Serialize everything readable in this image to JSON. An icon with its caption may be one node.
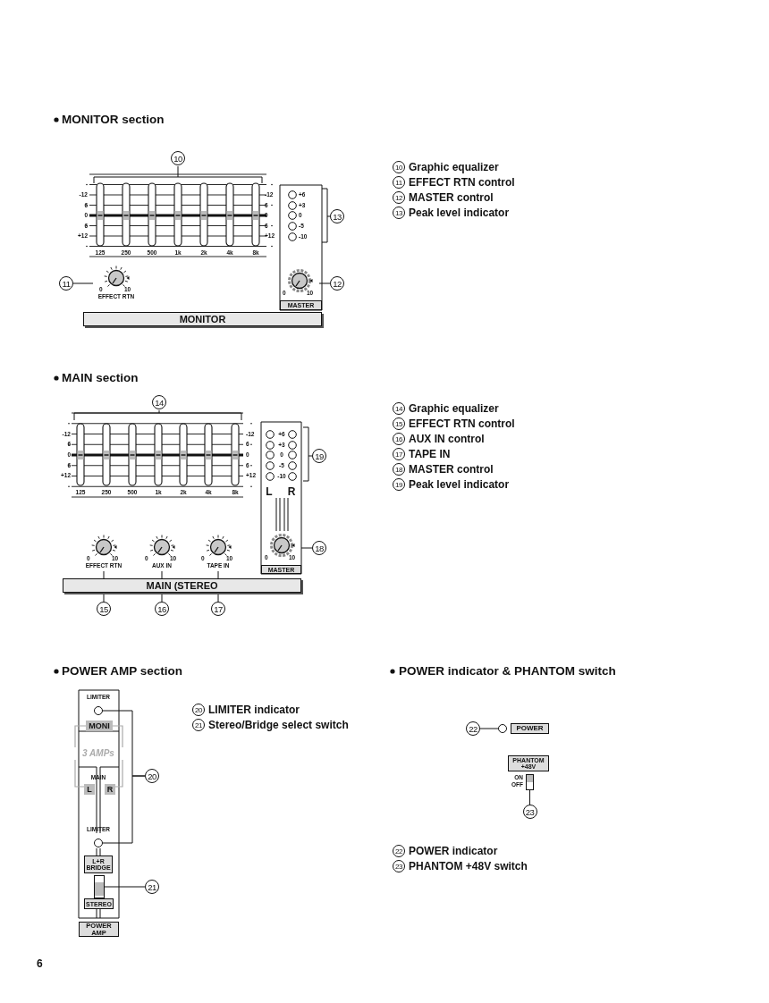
{
  "diagram": {
    "nodes": [
      {
        "text": [
          "11"
        ]
      },
      {
        "text": [
          "0",
          "10",
          "EFFECT RTN"
        ]
      },
      {
        "text": [
          "12"
        ]
      },
      {
        "text": [
          "0",
          "10"
        ]
      },
      {
        "text": [
          "MASTER"
        ]
      },
      {
        "text": [
          "MONITOR"
        ]
      },
      {
        "text": [
          "0",
          "10"
        ]
      },
      {
        "text": [
          "18"
        ]
      },
      {
        "text": [
          "MASTER"
        ]
      },
      {
        "text": [
          "MAIN (STEREO"
        ]
      },
      {
        "text": [
          "0",
          "10",
          "EFFECT RTN"
        ]
      },
      {
        "text": [
          "0",
          "10",
          "AUX IN"
        ]
      },
      {
        "text": [
          "0",
          "10",
          "TAPE IN"
        ]
      },
      {
        "text": [
          "15"
        ]
      },
      {
        "text": [
          "16"
        ]
      },
      {
        "text": [
          "17"
        ]
      },
      {
        "text": [],
        "shape": "circle",
        "beside": [
          "LIMITER"
        ]
      },
      {
        "text": [],
        "shape": "circle",
        "beside": [
          "LIMITER"
        ]
      },
      {
        "text": [
          "20"
        ]
      },
      {
        "text": [],
        "shape": "box"
      },
      {
        "text": [
          "21"
        ]
      },
      {
        "text": [
          "MONI"
        ]
      },
      {
        "text": [
          "L"
        ]
      },
      {
        "text": [
          "R"
        ]
      },
      {
        "text": [
          "L+R BRIDGE"
        ]
      },
      {
        "text": [
          "STEREO"
        ]
      },
      {
        "text": [
          "POWER AMP"
        ]
      },
      {
        "text": [
          "22"
        ]
      },
      {
        "text": [],
        "shape": "circle"
      },
      {
        "text": [
          "POWER"
        ]
      },
      {
        "text": [
          "PHANTOM +48V"
        ]
      },
      {
        "text": [],
        "shape": "box"
      },
      {
        "text": [
          "23"
        ]
      },
      {
        "text": [
          "10"
        ]
      },
      {
        "text": [
          "13"
        ]
      },
      {
        "text": [
          "14"
        ]
      },
      {
        "text": [
          "19"
        ]
      },
      {
        "text": [
          "10"
        ],
        "beside": [
          "Graphic equalizer"
        ]
      },
      {
        "text": [
          "11"
        ],
        "beside": [
          "EFFECT RTN control"
        ]
      },
      {
        "text": [
          "12"
        ],
        "beside": [
          "MASTER control"
        ]
      },
      {
        "text": [
          "13"
        ],
        "beside": [
          "Peak level indicator"
        ]
      },
      {
        "text": [
          "14"
        ],
        "beside": [
          "Graphic equalizer"
        ]
      },
      {
        "text": [
          "15"
        ],
        "beside": [
          "EFFECT RTN control"
        ]
      },
      {
        "text": [
          "16"
        ],
        "beside": [
          "AUX IN control"
        ]
      },
      {
        "text": [
          "17"
        ],
        "beside": [
          "TAPE IN"
        ]
      },
      {
        "text": [
          "18"
        ],
        "beside": [
          "MASTER control"
        ]
      },
      {
        "text": [
          "19"
        ],
        "beside": [
          "Peak level indicator"
        ]
      },
      {
        "text": [
          "20"
        ],
        "beside": [
          "LIMITER indicator"
        ]
      },
      {
        "text": [
          "21"
        ],
        "beside": [
          "Stereo/Bridge select switch"
        ]
      },
      {
        "text": [
          "22"
        ],
        "beside": [
          "POWER indicator"
        ]
      },
      {
        "text": [
          "23"
        ],
        "beside": [
          "PHANTOM +48V switch"
        ]
      }
    ],
    "edges": [
      {
        "from": 0,
        "to": 1,
        "arrow": "none"
      },
      {
        "from": 2,
        "to": 3,
        "arrow": "none"
      },
      {
        "from": 7,
        "to": 6,
        "arrow": "none"
      },
      {
        "from": 13,
        "to": 10,
        "arrow": "none"
      },
      {
        "from": 14,
        "to": 11,
        "arrow": "none"
      },
      {
        "from": 15,
        "to": 12,
        "arrow": "none"
      },
      {
        "from": 18,
        "to": 16,
        "arrow": "none"
      },
      {
        "from": 18,
        "to": 17,
        "arrow": "none"
      },
      {
        "from": 20,
        "to": 19,
        "arrow": "none"
      },
      {
        "from": 27,
        "to": 28,
        "arrow": "none"
      },
      {
        "from": 32,
        "to": 31,
        "arrow": "none"
      }
    ],
    "labels": [
      "MONITOR section",
      "-12",
      "6",
      "0",
      "6",
      "+12",
      "-12",
      "6",
      "0",
      "6",
      "+12",
      "125",
      "250",
      "500",
      "1k",
      "2k",
      "4k",
      "8k",
      "+6",
      "+3",
      "0",
      "-5",
      "-10",
      "MAIN section",
      "-12",
      "6",
      "0",
      "6",
      "+12",
      "-12",
      "6",
      "0",
      "6",
      "+12",
      "125",
      "250",
      "500",
      "1k",
      "2k",
      "4k",
      "8k",
      "+6",
      "+3",
      "0",
      "-5",
      "-10",
      "L",
      "R",
      "POWER AMP section",
      "3 AMPs",
      "MAIN",
      "POWER indicator & PHANTOM switch",
      "ON",
      "OFF",
      "6"
    ]
  }
}
